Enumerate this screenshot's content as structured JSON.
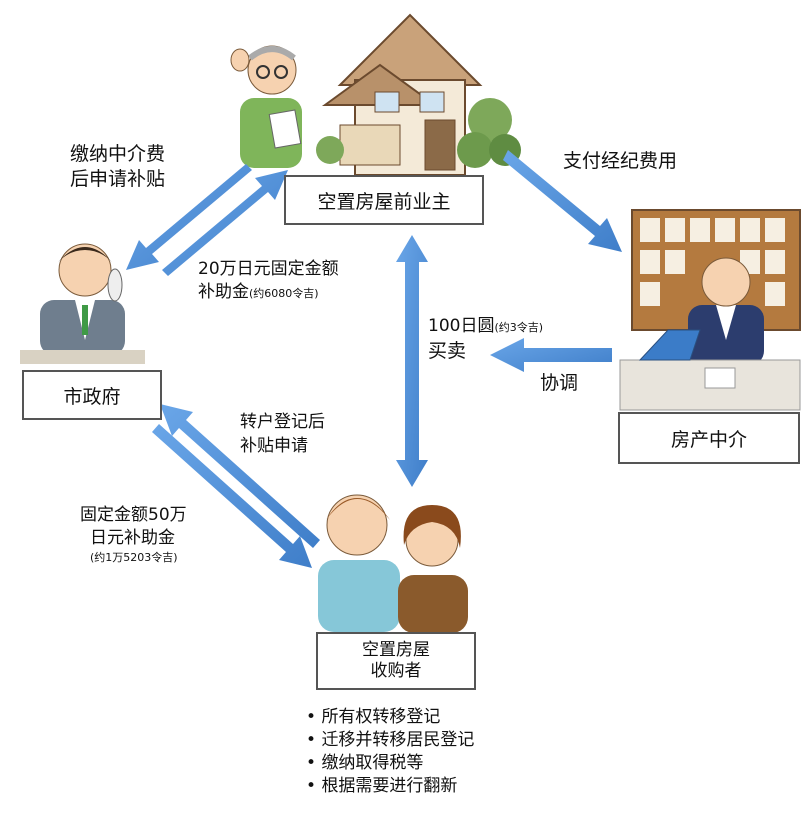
{
  "nodes": {
    "owner": "空置房屋前业主",
    "government": "市政府",
    "agency": "房产中介",
    "buyer_line1": "空置房屋",
    "buyer_line2": "收购者"
  },
  "labels": {
    "pay_fee_line1": "缴纳中介费",
    "pay_fee_line2": "后申请补贴",
    "subsidy20_line1": "20万日元固定金额",
    "subsidy20_line2": "补助金",
    "subsidy20_note": "(约6080令吉)",
    "pay_broker": "支付经纪费用",
    "price_main": "100日圆",
    "price_note": "(约3令吉)",
    "trade": "买卖",
    "coordinate": "协调",
    "transfer_line1": "转户登记后",
    "transfer_line2": "补贴申请",
    "subsidy50_line1": "固定金额50万",
    "subsidy50_line2": "日元补助金",
    "subsidy50_note": "(约1万5203令吉)"
  },
  "requirements": [
    "所有权转移登记",
    "迁移并转移居民登记",
    "缴纳取得税等",
    "根据需要进行翻新"
  ],
  "colors": {
    "arrow": "#4f8fd8",
    "box_border": "#555555"
  }
}
